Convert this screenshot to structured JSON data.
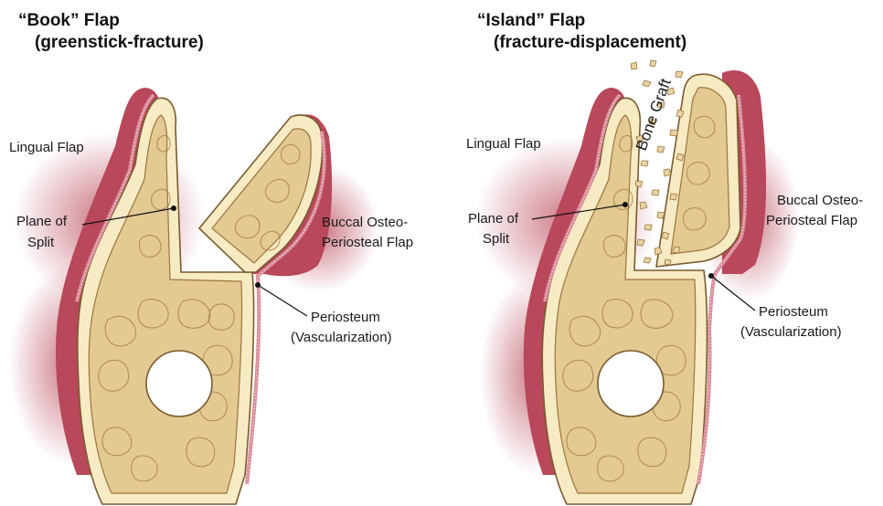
{
  "panels": [
    {
      "title_line1": "“Book” Flap",
      "title_line2": "(greenstick-fracture)",
      "labels": {
        "lingual": "Lingual Flap",
        "plane_line1": "Plane of",
        "plane_line2": "Split",
        "buccal_line1": "Buccal Osteo-",
        "buccal_line2": "Periosteal Flap",
        "periosteum_line1": "Periosteum",
        "periosteum_line2": "(Vascularization)"
      }
    },
    {
      "title_line1": "“Island” Flap",
      "title_line2": "(fracture-displacement)",
      "labels": {
        "lingual": "Lingual Flap",
        "plane_line1": "Plane of",
        "plane_line2": "Split",
        "buccal_line1": "Buccal Osteo-",
        "buccal_line2": "Periosteal Flap",
        "periosteum_line1": "Periosteum",
        "periosteum_line2": "(Vascularization)",
        "bone_graft": "Bone Graft"
      }
    }
  ],
  "colors": {
    "gum": "#b8485a",
    "periosteum": "#d88a98",
    "cortical_bone": "#f7ebc3",
    "cancellous_bone": "#e3c992",
    "outline": "#7a5a2e"
  }
}
